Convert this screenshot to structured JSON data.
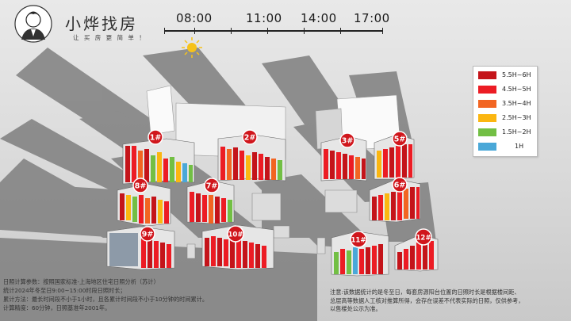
{
  "brand": {
    "name": "小烨找房",
    "slogan": "让 买 房 更 简 单 ！"
  },
  "timeline": {
    "labels": [
      "08:00",
      "11:00",
      "14:00",
      "17:00"
    ]
  },
  "legend": [
    {
      "label": "5.5H~6H",
      "color": "#c4141a"
    },
    {
      "label": "4.5H~5H",
      "color": "#ec1c24"
    },
    {
      "label": "3.5H~4H",
      "color": "#f26522"
    },
    {
      "label": "2.5H~3H",
      "color": "#fbb611"
    },
    {
      "label": "1.5H~2H",
      "color": "#72bf44"
    },
    {
      "label": "1H",
      "color": "#4aa8d8"
    }
  ],
  "buildings": [
    "1#",
    "2#",
    "3#",
    "5#",
    "8#",
    "7#",
    "6#",
    "9#",
    "10#",
    "11#",
    "12#"
  ],
  "params": {
    "line1": "日照计算参数：按照国家标准-上海地区住宅日照分析（苏计）",
    "line2": "统计2024年冬至日9:00~15:00时段日照时长；",
    "line3": "累计方法：最长时间段不小于1小时，且各累计时间段不小于10分钟的时间累计。",
    "line4": "计算精度：60分钟，日照基准年2001年。"
  },
  "note": {
    "line1": "注意:该数据统计的是冬至日，每套房源阳台位置的日照时长是根据楼间距、",
    "line2": "总层高等数据人工核对推算所得，会存在误差不代表实际的日照，仅供参考，",
    "line3": "以售楼处公示为准。"
  }
}
